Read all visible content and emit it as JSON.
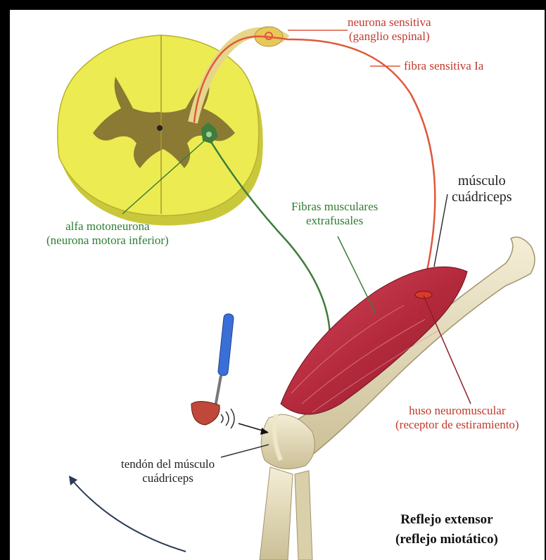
{
  "labels": {
    "sensory_neuron": [
      "neurona sensitiva",
      "(ganglio espinal)"
    ],
    "sensory_fiber": "fibra sensitiva Ia",
    "muscle": [
      "músculo",
      "cuádriceps"
    ],
    "extrafusal": [
      "Fibras musculares",
      "extrafusales"
    ],
    "motoneuron": [
      "alfa motoneurona",
      "(neurona motora inferior)"
    ],
    "spindle": [
      "huso neuromuscular",
      "(receptor de estiramiento)"
    ],
    "tendon": [
      "tendón del músculo",
      "cuádriceps"
    ],
    "title": [
      "Reflejo extensor",
      "(reflejo miotático)"
    ]
  },
  "colors": {
    "sensory": "#e0583c",
    "motor": "#3e7d3a",
    "cord_white": "#ecec52",
    "cord_gray": "#8a7a34",
    "muscle": "#b52a3d",
    "bone": "#e8dfbf",
    "hammer": "#3b6fd8"
  }
}
